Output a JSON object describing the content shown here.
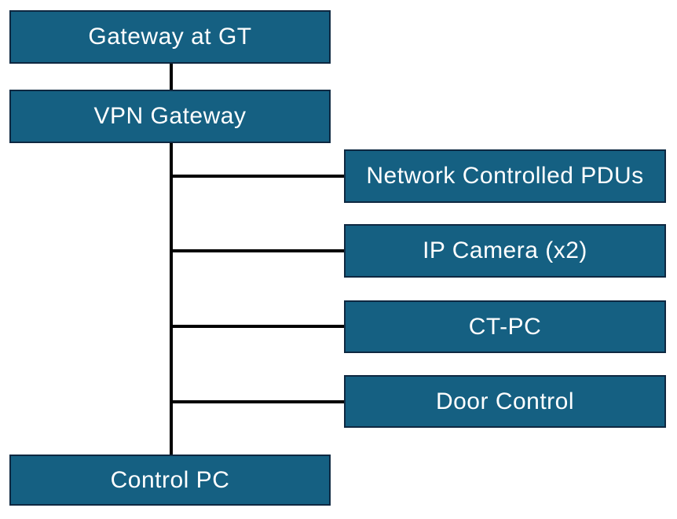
{
  "diagram": {
    "type": "network-topology-block-diagram",
    "colors": {
      "node_fill": "#156082",
      "node_border": "#0e2841",
      "connector": "#000000",
      "text": "#ffffff",
      "background": "#ffffff"
    },
    "nodes": [
      {
        "id": "gateway-at-gt",
        "label": "Gateway at GT"
      },
      {
        "id": "vpn-gateway",
        "label": "VPN Gateway"
      },
      {
        "id": "network-controlled-pdus",
        "label": "Network Controlled PDUs"
      },
      {
        "id": "ip-camera",
        "label": "IP Camera (x2)"
      },
      {
        "id": "ct-pc",
        "label": "CT-PC"
      },
      {
        "id": "door-control",
        "label": "Door Control"
      },
      {
        "id": "control-pc",
        "label": "Control PC"
      }
    ],
    "edges": [
      {
        "from": "gateway-at-gt",
        "to": "vpn-gateway"
      },
      {
        "from": "vpn-gateway",
        "to": "network-controlled-pdus"
      },
      {
        "from": "vpn-gateway",
        "to": "ip-camera"
      },
      {
        "from": "vpn-gateway",
        "to": "ct-pc"
      },
      {
        "from": "vpn-gateway",
        "to": "door-control"
      },
      {
        "from": "vpn-gateway",
        "to": "control-pc"
      }
    ]
  }
}
